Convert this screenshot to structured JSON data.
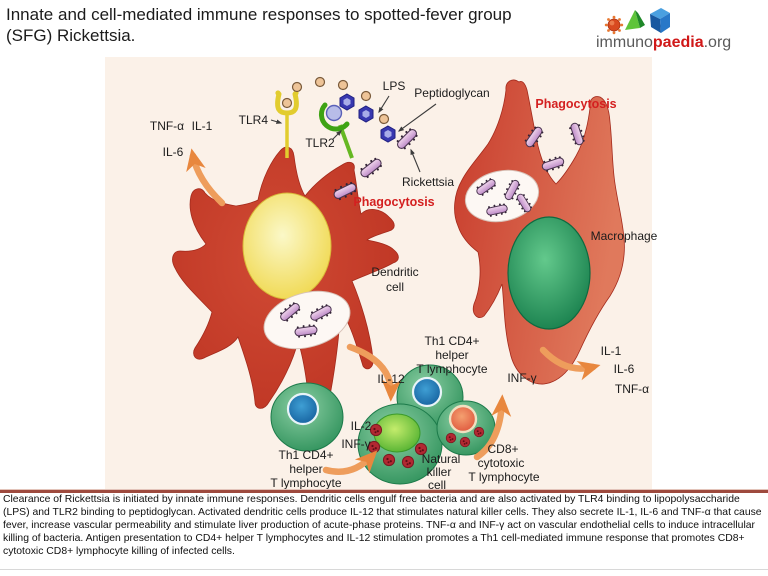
{
  "header": {
    "title": "Innate and cell-mediated immune responses to spotted-fever group (SFG) Rickettsia.",
    "logo": {
      "prefix": "immuno",
      "highlight": "paedia",
      "suffix": ".org"
    }
  },
  "diagram": {
    "labels": {
      "cytokines_left": {
        "tnf": "TNF-α",
        "il1": "IL-1",
        "il6": "IL-6"
      },
      "tlr4": "TLR4",
      "tlr2": "TLR2",
      "lps": "LPS",
      "peptidoglycan": "Peptidoglycan",
      "rickettsia": "Rickettsia",
      "phagocytosis_dc": "Phagocytosis",
      "phagocytosis_mac": "Phagocytosis",
      "dendritic_cell": [
        "Dendritic",
        "cell"
      ],
      "macrophage": "Macrophage",
      "il12": "IL-12",
      "th1_top": [
        "Th1 CD4+",
        "helper",
        "T lymphocyte"
      ],
      "th1_left": [
        "Th1 CD4+",
        "helper",
        "T lymphocyte"
      ],
      "il2": "IL-2",
      "infg_left": "INF-γ",
      "infg_right": "INF-γ",
      "natural_killer": [
        "Natural",
        "killer",
        "cell"
      ],
      "cd8": [
        "CD8+",
        "cytotoxic",
        "T lymphocyte"
      ],
      "cytokines_right": {
        "il1": "IL-1",
        "il6": "IL-6",
        "tnf": "TNF-α"
      }
    },
    "colors": {
      "cell_red": "#c64130",
      "macrophage_salmon": "#e0795c",
      "nucleus_yellow": "#f2dd62",
      "nucleus_green": "#1f8f58",
      "lymphocyte_green": "#3a9a62",
      "nk_nucleus_green": "#8ed44e",
      "cd8_nucleus_orange": "#e86a50",
      "granule_red": "#b22832",
      "arrow_orange": "#ee9d5c",
      "phagocytosis_red": "#d42020",
      "panel_background": "#fbf1e8",
      "divider_maroon": "#9e4a3e",
      "logo_red": "#d01818",
      "bacterium_pink": "#d9aed9",
      "peptidoglycan_blue": "#3838b0",
      "lps_tan": "#eec498"
    }
  },
  "caption": {
    "text": "Clearance of Rickettsia is initiated by innate immune responses. Dendritic cells engulf free bacteria and are also activated by TLR4 binding to lipopolysaccharide (LPS) and TLR2 binding to peptidoglycan. Activated dendritic cells produce IL-12 that stimulates natural killer cells. They also secrete IL-1, IL-6 and TNF-α that cause fever, increase vascular permeability and stimulate liver production of acute-phase proteins. TNF-α and INF-γ act on vascular endothelial cells to induce intracellular killing of bacteria. Antigen presentation to CD4+ helper T lymphocytes and IL-12 stimulation promotes a Th1 cell-mediated immune response that promotes CD8+ cytotoxic CD8+ lymphocyte killing of infected cells."
  }
}
